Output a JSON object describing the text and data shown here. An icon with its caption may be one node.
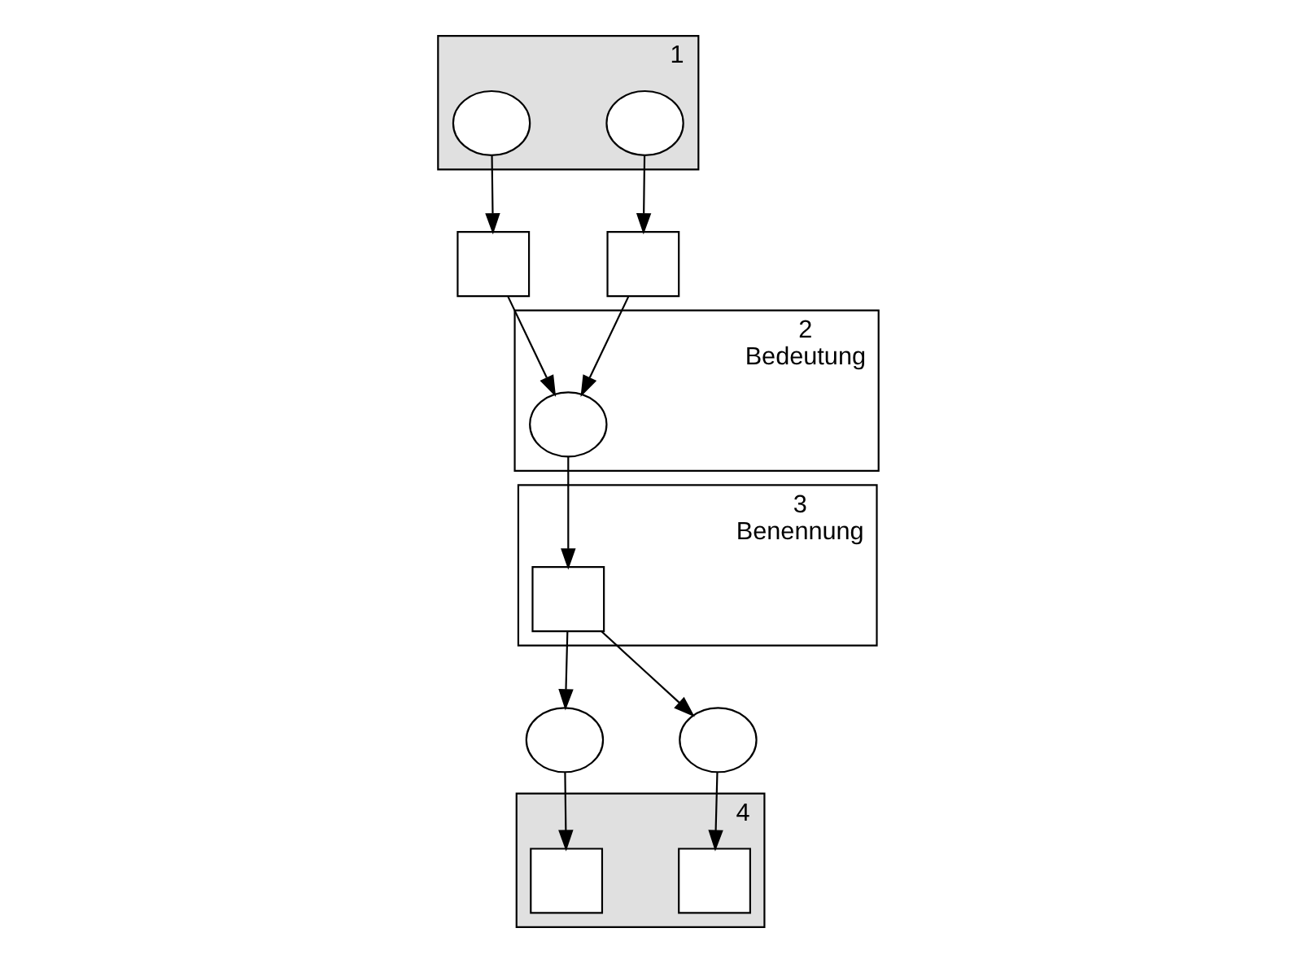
{
  "diagram": {
    "nodes": [
      {
        "text": [
          "3",
          "Benennung"
        ]
      },
      {
        "text": [
          "2",
          "Bedeutung"
        ]
      },
      {
        "text": [
          "4"
        ]
      },
      {
        "text": [
          "1"
        ]
      },
      {
        "text": [],
        "shape": "box",
        "in": 0
      },
      {
        "text": [],
        "shape": "circle",
        "in": 1
      },
      {
        "text": [],
        "shape": "circle"
      },
      {
        "text": [],
        "shape": "circle"
      },
      {
        "text": [],
        "shape": "box"
      },
      {
        "text": [],
        "shape": "box"
      },
      {
        "text": [],
        "shape": "box",
        "in": 2
      },
      {
        "text": [],
        "shape": "box",
        "in": 2
      },
      {
        "text": [],
        "shape": "circle",
        "in": 3
      },
      {
        "text": [],
        "shape": "circle",
        "in": 3
      }
    ],
    "edges": [
      {
        "from": 5,
        "to": 4,
        "arrow": "to"
      },
      {
        "from": 4,
        "to": 6,
        "arrow": "to"
      },
      {
        "from": 4,
        "to": 7,
        "arrow": "to"
      },
      {
        "from": 6,
        "to": 10,
        "arrow": "to"
      },
      {
        "from": 7,
        "to": 11,
        "arrow": "to"
      },
      {
        "from": 8,
        "to": 5,
        "arrow": "to"
      },
      {
        "from": 9,
        "to": 5,
        "arrow": "to"
      },
      {
        "from": 12,
        "to": 8,
        "arrow": "to"
      },
      {
        "from": 13,
        "to": 9,
        "arrow": "to"
      }
    ]
  }
}
